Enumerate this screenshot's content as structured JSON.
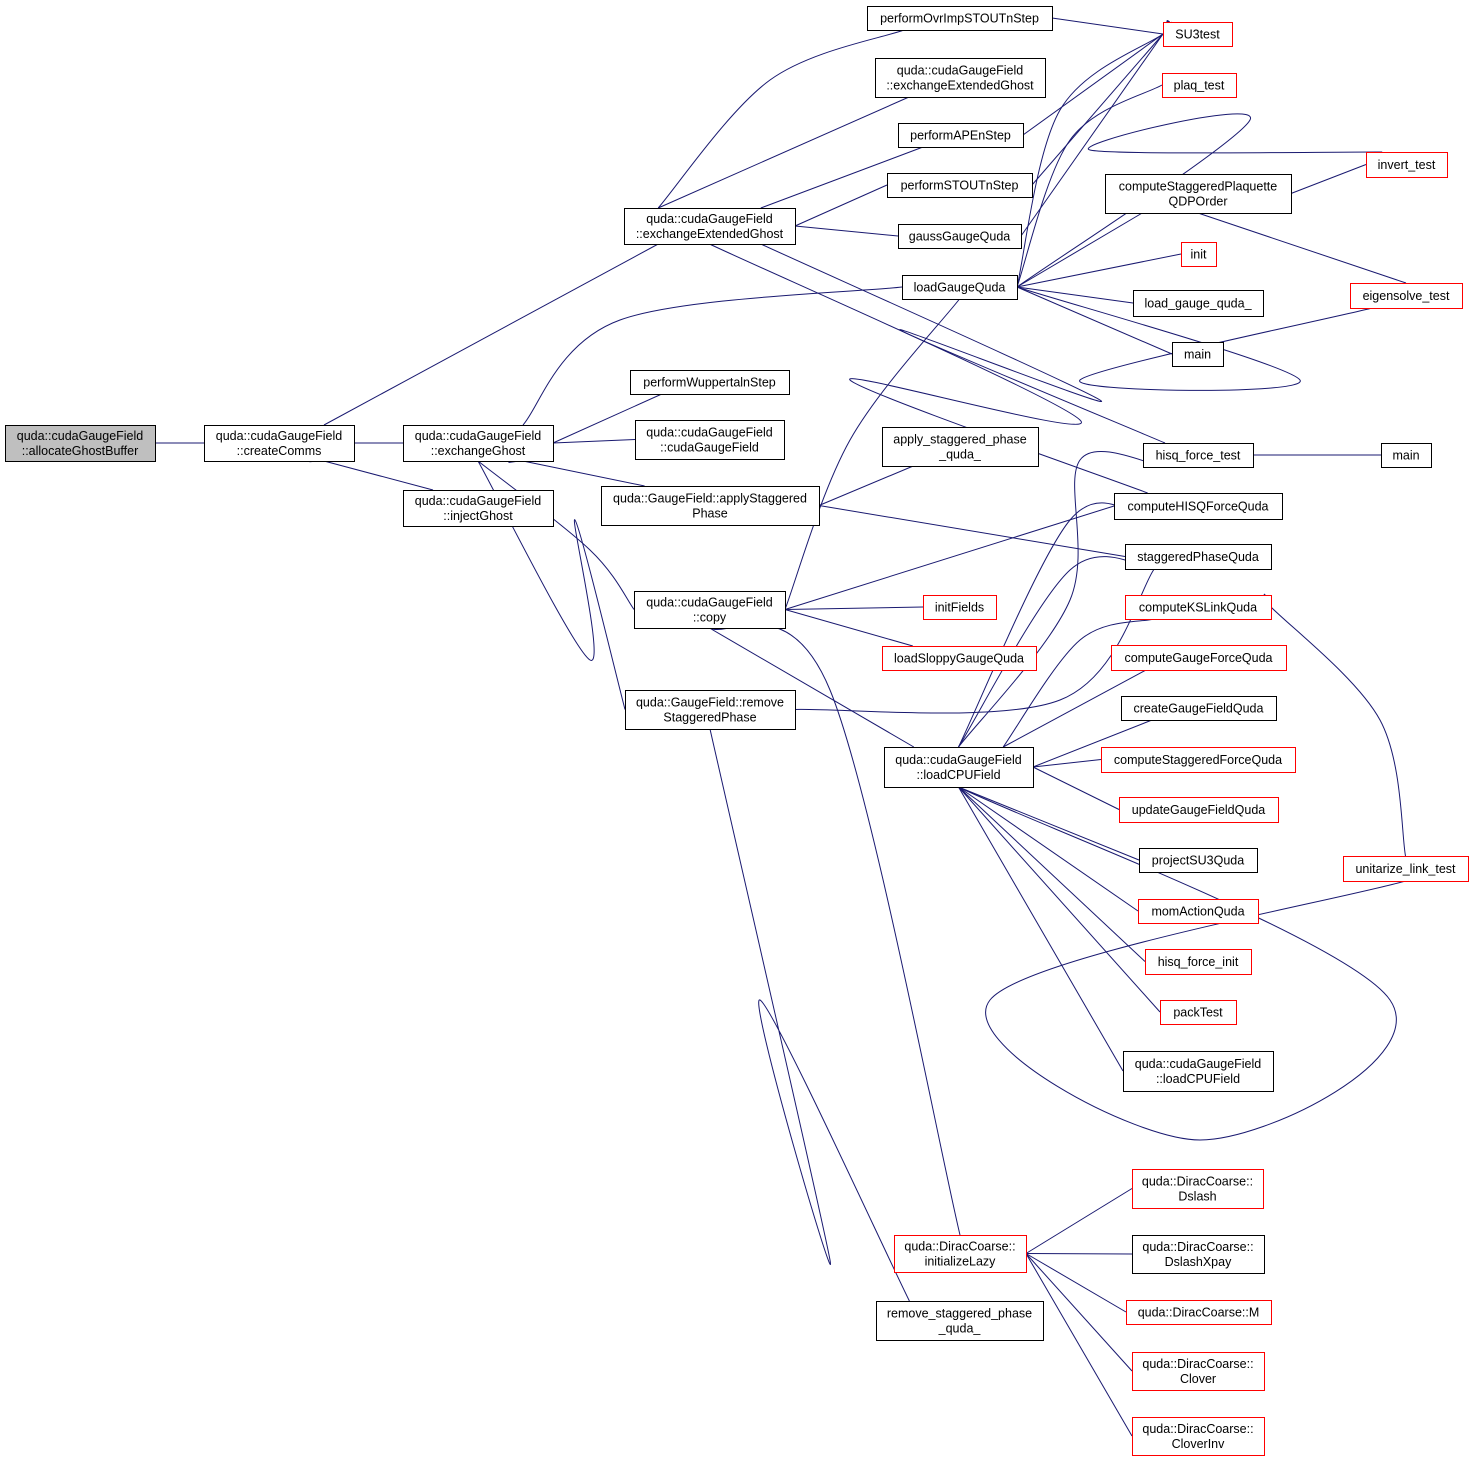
{
  "colors": {
    "edge": "#191970",
    "focus_fill": "#bfbfbf",
    "normal_border": "#000000",
    "linked_border": "#ff0000",
    "text": "#000000"
  },
  "nodes": [
    {
      "id": "allocateGhostBuffer",
      "lines": [
        "quda::cudaGaugeField",
        "::allocateGhostBuffer"
      ],
      "style": "focus"
    },
    {
      "id": "createComms",
      "lines": [
        "quda::cudaGaugeField",
        "::createComms"
      ],
      "style": "normal"
    },
    {
      "id": "exchangeGhost",
      "lines": [
        "quda::cudaGaugeField",
        "::exchangeGhost"
      ],
      "style": "normal"
    },
    {
      "id": "injectGhost",
      "lines": [
        "quda::cudaGaugeField",
        "::injectGhost"
      ],
      "style": "normal"
    },
    {
      "id": "exchangeExtendedGhost",
      "lines": [
        "quda::cudaGaugeField",
        "::exchangeExtendedGhost"
      ],
      "style": "normal"
    },
    {
      "id": "performOvrImpSTOUTnStep",
      "lines": [
        "performOvrImpSTOUTnStep"
      ],
      "style": "normal"
    },
    {
      "id": "exchangeExtendedGhost2",
      "lines": [
        "quda::cudaGaugeField",
        "::exchangeExtendedGhost"
      ],
      "style": "normal"
    },
    {
      "id": "performAPEnStep",
      "lines": [
        "performAPEnStep"
      ],
      "style": "normal"
    },
    {
      "id": "performSTOUTnStep",
      "lines": [
        "performSTOUTnStep"
      ],
      "style": "normal"
    },
    {
      "id": "gaussGaugeQuda",
      "lines": [
        "gaussGaugeQuda"
      ],
      "style": "normal"
    },
    {
      "id": "loadGaugeQuda",
      "lines": [
        "loadGaugeQuda"
      ],
      "style": "normal"
    },
    {
      "id": "performWuppertalnStep",
      "lines": [
        "performWuppertalnStep"
      ],
      "style": "normal"
    },
    {
      "id": "cudaGaugeFieldCtor",
      "lines": [
        "quda::cudaGaugeField",
        "::cudaGaugeField"
      ],
      "style": "normal"
    },
    {
      "id": "applyStaggeredPhase",
      "lines": [
        "quda::GaugeField::applyStaggered",
        "Phase"
      ],
      "style": "normal"
    },
    {
      "id": "apply_staggered_phase_quda",
      "lines": [
        "apply_staggered_phase",
        "_quda_"
      ],
      "style": "normal"
    },
    {
      "id": "copy",
      "lines": [
        "quda::cudaGaugeField",
        "::copy"
      ],
      "style": "normal"
    },
    {
      "id": "initFields",
      "lines": [
        "initFields"
      ],
      "style": "linked"
    },
    {
      "id": "loadSloppyGaugeQuda",
      "lines": [
        "loadSloppyGaugeQuda"
      ],
      "style": "linked"
    },
    {
      "id": "removeStaggeredPhase",
      "lines": [
        "quda::GaugeField::remove",
        "StaggeredPhase"
      ],
      "style": "normal"
    },
    {
      "id": "loadCPUField",
      "lines": [
        "quda::cudaGaugeField",
        "::loadCPUField"
      ],
      "style": "normal"
    },
    {
      "id": "initializeLazy",
      "lines": [
        "quda::DiracCoarse::",
        "initializeLazy"
      ],
      "style": "linked"
    },
    {
      "id": "remove_staggered_phase_quda",
      "lines": [
        "remove_staggered_phase",
        "_quda_"
      ],
      "style": "normal"
    },
    {
      "id": "SU3test",
      "lines": [
        "SU3test"
      ],
      "style": "linked"
    },
    {
      "id": "plaq_test",
      "lines": [
        "plaq_test"
      ],
      "style": "linked"
    },
    {
      "id": "computeStaggeredPlaquetteQDPOrder",
      "lines": [
        "computeStaggeredPlaquette",
        "QDPOrder"
      ],
      "style": "normal"
    },
    {
      "id": "invert_test",
      "lines": [
        "invert_test"
      ],
      "style": "linked"
    },
    {
      "id": "init",
      "lines": [
        "init"
      ],
      "style": "linked"
    },
    {
      "id": "eigensolve_test",
      "lines": [
        "eigensolve_test"
      ],
      "style": "linked"
    },
    {
      "id": "load_gauge_quda_",
      "lines": [
        "load_gauge_quda_"
      ],
      "style": "normal"
    },
    {
      "id": "main1",
      "lines": [
        "main"
      ],
      "style": "normal"
    },
    {
      "id": "hisq_force_test",
      "lines": [
        "hisq_force_test"
      ],
      "style": "normal"
    },
    {
      "id": "main2",
      "lines": [
        "main"
      ],
      "style": "normal"
    },
    {
      "id": "computeHISQForceQuda",
      "lines": [
        "computeHISQForceQuda"
      ],
      "style": "normal"
    },
    {
      "id": "staggeredPhaseQuda",
      "lines": [
        "staggeredPhaseQuda"
      ],
      "style": "normal"
    },
    {
      "id": "computeKSLinkQuda",
      "lines": [
        "computeKSLinkQuda"
      ],
      "style": "linked"
    },
    {
      "id": "computeGaugeForceQuda",
      "lines": [
        "computeGaugeForceQuda"
      ],
      "style": "linked"
    },
    {
      "id": "createGaugeFieldQuda",
      "lines": [
        "createGaugeFieldQuda"
      ],
      "style": "normal"
    },
    {
      "id": "computeStaggeredForceQuda",
      "lines": [
        "computeStaggeredForceQuda"
      ],
      "style": "linked"
    },
    {
      "id": "updateGaugeFieldQuda",
      "lines": [
        "updateGaugeFieldQuda"
      ],
      "style": "linked"
    },
    {
      "id": "projectSU3Quda",
      "lines": [
        "projectSU3Quda"
      ],
      "style": "normal"
    },
    {
      "id": "momActionQuda",
      "lines": [
        "momActionQuda"
      ],
      "style": "linked"
    },
    {
      "id": "hisq_force_init",
      "lines": [
        "hisq_force_init"
      ],
      "style": "linked"
    },
    {
      "id": "packTest",
      "lines": [
        "packTest"
      ],
      "style": "linked"
    },
    {
      "id": "loadCPUField2",
      "lines": [
        "quda::cudaGaugeField",
        "::loadCPUField"
      ],
      "style": "normal"
    },
    {
      "id": "unitarize_link_test",
      "lines": [
        "unitarize_link_test"
      ],
      "style": "linked"
    },
    {
      "id": "Dslash",
      "lines": [
        "quda::DiracCoarse::",
        "Dslash"
      ],
      "style": "linked"
    },
    {
      "id": "DslashXpay",
      "lines": [
        "quda::DiracCoarse::",
        "DslashXpay"
      ],
      "style": "normal"
    },
    {
      "id": "DiracCoarseM",
      "lines": [
        "quda::DiracCoarse::M"
      ],
      "style": "linked"
    },
    {
      "id": "Clover",
      "lines": [
        "quda::DiracCoarse::",
        "Clover"
      ],
      "style": "linked"
    },
    {
      "id": "CloverInv",
      "lines": [
        "quda::DiracCoarse::",
        "CloverInv"
      ],
      "style": "linked"
    }
  ]
}
